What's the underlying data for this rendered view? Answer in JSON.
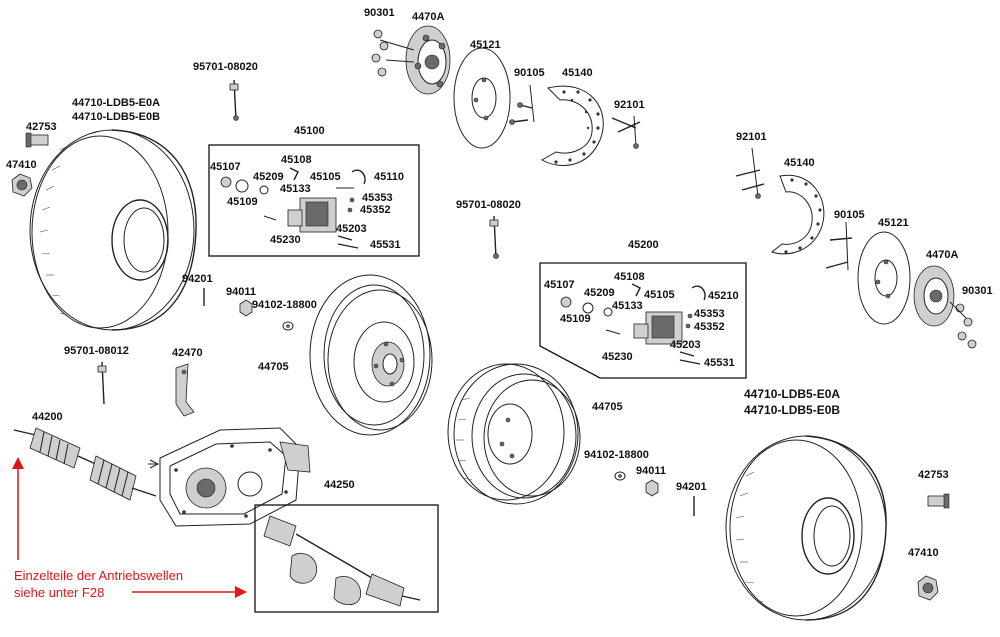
{
  "diagram": {
    "labels": {
      "l_90301_top": "90301",
      "l_4470A_top": "4470A",
      "l_45121_top": "45121",
      "l_90105_top": "90105",
      "l_45140_top": "45140",
      "l_92101_top": "92101",
      "l_95701_top": "95701-08020",
      "l_44710_a_left": "44710-LDB5-E0A",
      "l_44710_b_left": "44710-LDB5-E0B",
      "l_42753_left": "42753",
      "l_47410_left": "47410",
      "l_45100": "45100",
      "l_45107_l": "45107",
      "l_45108_l": "45108",
      "l_45209_l": "45209",
      "l_45105_l": "45105",
      "l_45110": "45110",
      "l_45133_l": "45133",
      "l_45109_l": "45109",
      "l_45353_l": "45353",
      "l_45352_l": "45352",
      "l_45203_l": "45203",
      "l_45230_l": "45230",
      "l_45531_l": "45531",
      "l_94201_left": "94201",
      "l_94011_left": "94011",
      "l_94102_left": "94102-18800",
      "l_95701_mid": "95701-08020",
      "l_92101_right": "92101",
      "l_45140_right": "45140",
      "l_90105_right": "90105",
      "l_45121_right": "45121",
      "l_4470A_right": "4470A",
      "l_90301_right": "90301",
      "l_45200": "45200",
      "l_45107_r": "45107",
      "l_45108_r": "45108",
      "l_45209_r": "45209",
      "l_45105_r": "45105",
      "l_45210": "45210",
      "l_45133_r": "45133",
      "l_45109_r": "45109",
      "l_45353_r": "45353",
      "l_45352_r": "45352",
      "l_45203_r": "45203",
      "l_45230_r": "45230",
      "l_45531_r": "45531",
      "l_44705_left": "44705",
      "l_44705_right": "44705",
      "l_95701_08012": "95701-08012",
      "l_42470": "42470",
      "l_44200": "44200",
      "l_44250": "44250",
      "l_94102_right": "94102-18800",
      "l_94011_right": "94011",
      "l_94201_right": "94201",
      "l_44710_a_right": "44710-LDB5-E0A",
      "l_44710_b_right": "44710-LDB5-E0B",
      "l_42753_right": "42753",
      "l_47410_right": "47410"
    },
    "note": {
      "line1": "Einzelteile der Antriebswellen",
      "line2": "siehe unter F28",
      "color": "#e0161b"
    }
  }
}
